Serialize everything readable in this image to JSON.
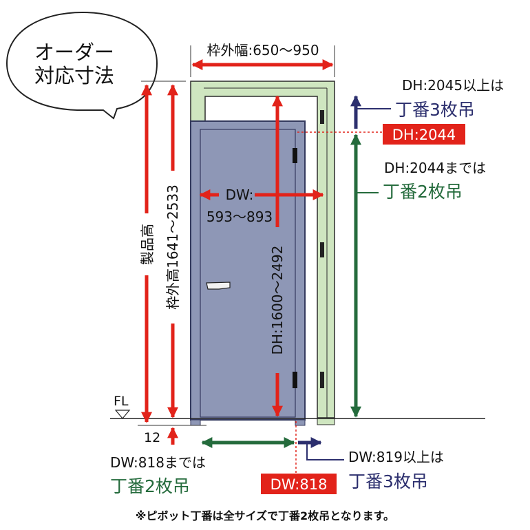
{
  "bubble": {
    "line1": "オーダー",
    "line2": "対応寸法"
  },
  "frame_width": {
    "label": "枠外幅:650〜950"
  },
  "product_height": {
    "label": "製品高"
  },
  "frame_height": {
    "label": "枠外高1641〜2533"
  },
  "door_width": {
    "label_line1": "DW:",
    "label_line2": "593〜893"
  },
  "door_height": {
    "label": "DH:1600〜2492"
  },
  "dh_3hinge": {
    "label": "DH:2045以上は",
    "hinge": "丁番3枚吊"
  },
  "dh_threshold": {
    "badge": "DH:2044"
  },
  "dh_2hinge": {
    "label": "DH:2044までは",
    "hinge": "丁番2枚吊"
  },
  "floor": {
    "label": "FL"
  },
  "gap": {
    "label": "12"
  },
  "dw_2hinge": {
    "label": "DW:818までは",
    "hinge": "丁番2枚吊"
  },
  "dw_3hinge": {
    "label": "DW:819以上は",
    "hinge": "丁番3枚吊"
  },
  "dw_threshold": {
    "badge": "DW:818"
  },
  "footnote": {
    "text": "※ピボット丁番は全サイズで丁番2枚吊となります。"
  },
  "colors": {
    "red": "#e2231a",
    "green": "#246b3c",
    "navy": "#2c2f6e",
    "door_fill": "#8e97b6",
    "door_stroke": "#343a5e",
    "frame_fill": "#cfe6c0",
    "frame_stroke": "#2b2b2b"
  }
}
